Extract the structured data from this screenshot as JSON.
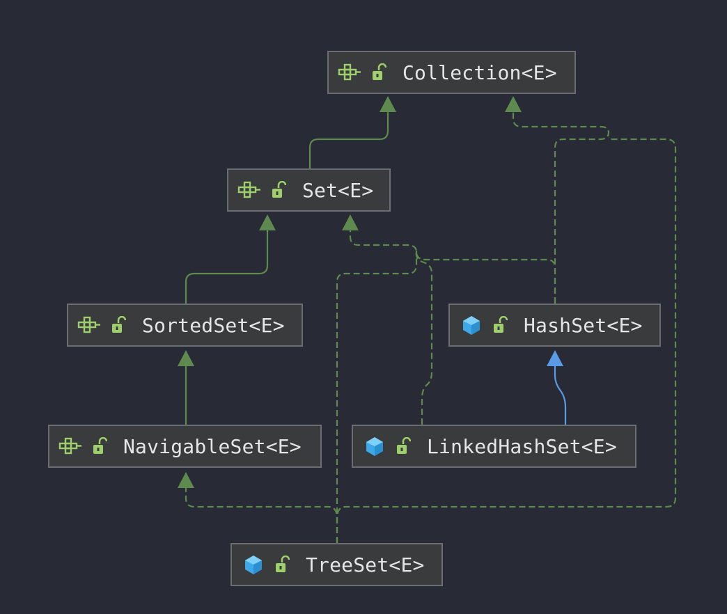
{
  "nodes": [
    {
      "id": "collection",
      "label": "Collection<E>",
      "kind": "interface-icon",
      "access": "public-lock-icon"
    },
    {
      "id": "set",
      "label": "Set<E>",
      "kind": "interface-icon",
      "access": "public-lock-icon"
    },
    {
      "id": "sortedset",
      "label": "SortedSet<E>",
      "kind": "interface-icon",
      "access": "public-lock-icon"
    },
    {
      "id": "hashset",
      "label": "HashSet<E>",
      "kind": "class-icon",
      "access": "public-lock-icon"
    },
    {
      "id": "navigableset",
      "label": "NavigableSet<E>",
      "kind": "interface-icon",
      "access": "public-lock-icon"
    },
    {
      "id": "linkedhashset",
      "label": "LinkedHashSet<E>",
      "kind": "class-icon",
      "access": "public-lock-icon"
    },
    {
      "id": "treeset",
      "label": "TreeSet<E>",
      "kind": "class-icon",
      "access": "public-lock-icon"
    }
  ],
  "edges": [
    {
      "from": "set",
      "to": "collection",
      "type": "extends-interface"
    },
    {
      "from": "sortedset",
      "to": "set",
      "type": "extends-interface"
    },
    {
      "from": "navigableset",
      "to": "sortedset",
      "type": "extends-interface"
    },
    {
      "from": "hashset",
      "to": "set",
      "type": "implements"
    },
    {
      "from": "hashset",
      "to": "collection",
      "type": "implements"
    },
    {
      "from": "linkedhashset",
      "to": "hashset",
      "type": "extends-class"
    },
    {
      "from": "linkedhashset",
      "to": "set",
      "type": "implements"
    },
    {
      "from": "treeset",
      "to": "navigableset",
      "type": "implements"
    },
    {
      "from": "treeset",
      "to": "set",
      "type": "implements"
    },
    {
      "from": "treeset",
      "to": "collection",
      "type": "implements"
    }
  ],
  "colors": {
    "background": "#282b35",
    "node_fill": "#3a3b3d",
    "node_border": "#6a6d72",
    "text": "#e6e6e6",
    "interface_edge": "#5e8a4f",
    "class_edge": "#5a9be6",
    "interface_icon": "#9fcf6c",
    "class_icon": "#3fa8e8",
    "lock_icon": "#9fcf6c"
  }
}
